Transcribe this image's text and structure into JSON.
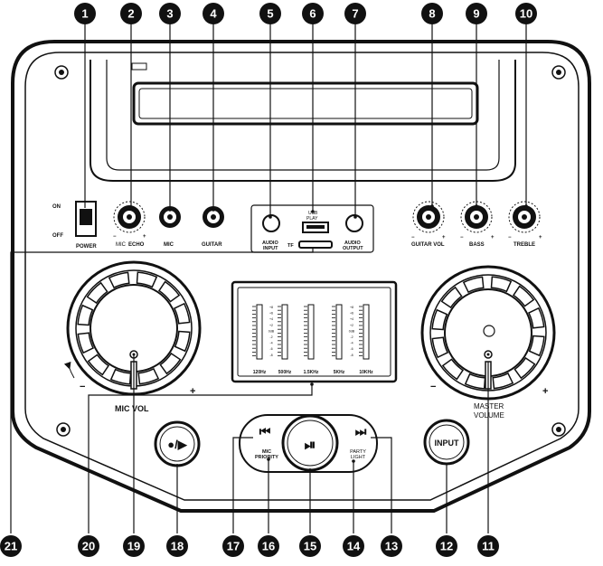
{
  "switch": {
    "on": "ON",
    "off": "OFF",
    "name": "POWER"
  },
  "jacks": {
    "mic_echo_prefix": "MIC",
    "mic_echo": "ECHO",
    "mic": "MIC",
    "guitar": "GUITAR",
    "audio_input": [
      "AUDIO",
      "INPUT"
    ],
    "usb": [
      "USB",
      "PLAY"
    ],
    "tf": "TF",
    "audio_output": [
      "AUDIO",
      "OUTPUT"
    ]
  },
  "knobs": {
    "guitar_vol": "GUITAR VOL",
    "bass": "BASS",
    "treble": "TREBLE",
    "mic_vol": "MIC VOL",
    "master_volume": [
      "MASTER",
      "VOLUME"
    ],
    "minus": "−",
    "plus": "+"
  },
  "eq": {
    "bands": [
      "120Hz",
      "500Hz",
      "1.5KHz",
      "5KHz",
      "10KHz"
    ],
    "scale": [
      "+8",
      "+6",
      "+4",
      "+2",
      "0dB",
      "-2",
      "-4",
      "-6",
      "-8"
    ]
  },
  "buttons": {
    "record": "●/▶",
    "prev": "⏮",
    "play_pause": "⏯",
    "next": "⏭",
    "input": "INPUT",
    "mic_priority": [
      "MIC",
      "PRIORITY"
    ],
    "party_light": [
      "PARTY",
      "LIGHT"
    ]
  },
  "callouts": [
    "21",
    "20",
    "19",
    "18",
    "17",
    "16",
    "15",
    "14",
    "13",
    "12",
    "11",
    "1",
    "2",
    "3",
    "4",
    "5",
    "6",
    "7",
    "8",
    "9",
    "10"
  ],
  "colors": {
    "ink": "#111111",
    "paper": "#ffffff"
  }
}
